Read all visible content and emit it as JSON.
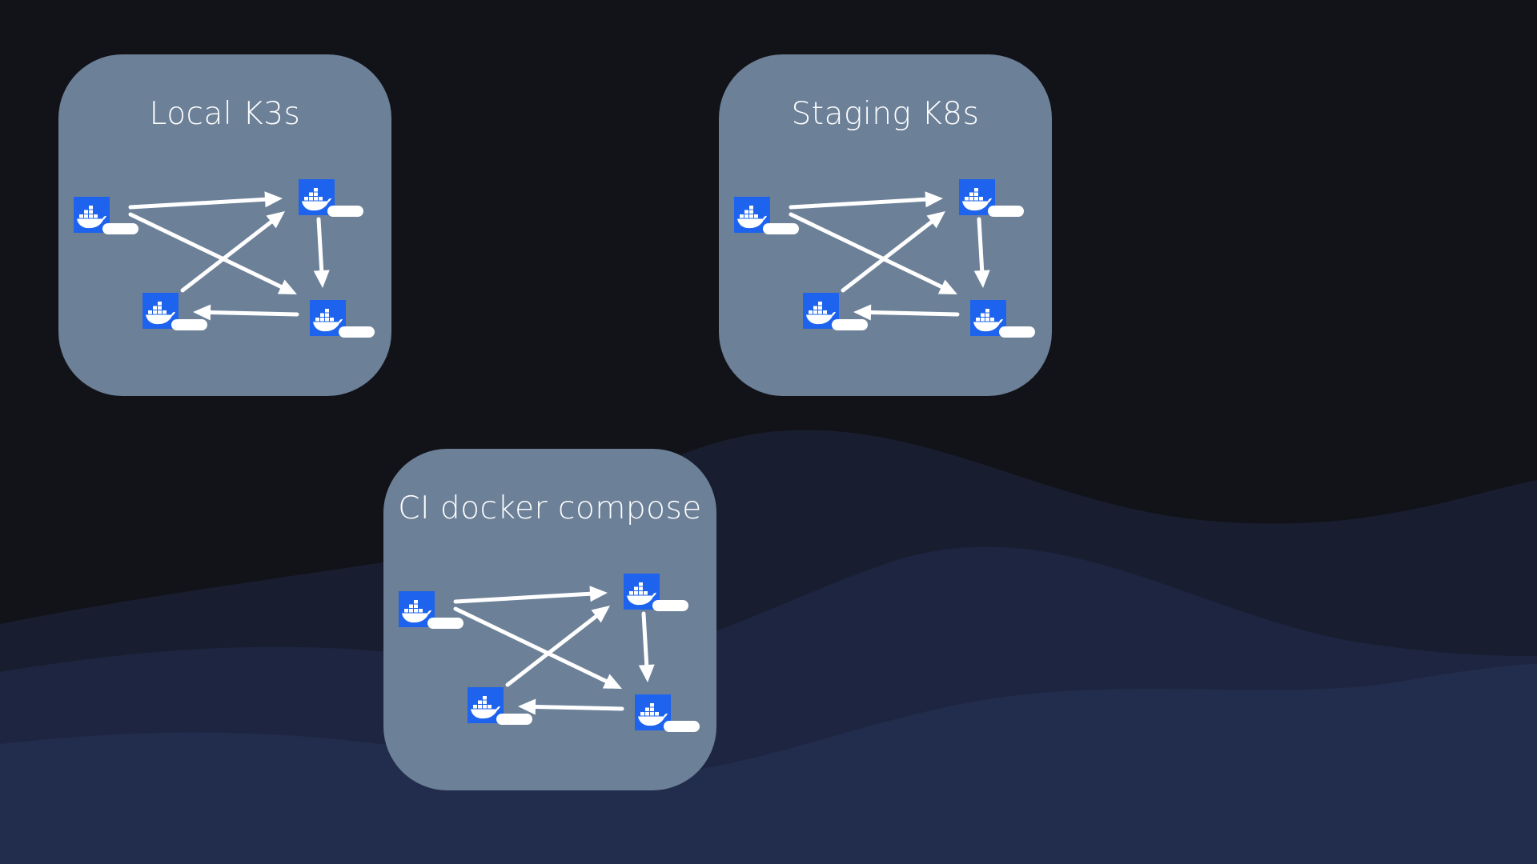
{
  "colors": {
    "background": "#121318",
    "wave_dark": "#1b2236",
    "wave_light": "#222c4a",
    "panel": "#6c8098",
    "docker_blue": "#1d63ed",
    "arrow": "#ffffff"
  },
  "icons": {
    "node_icon": "docker-whale-icon"
  },
  "environments": [
    {
      "id": "local",
      "title": "Local K3s"
    },
    {
      "id": "staging",
      "title": "Staging K8s"
    },
    {
      "id": "ci",
      "title": "CI docker compose"
    }
  ]
}
